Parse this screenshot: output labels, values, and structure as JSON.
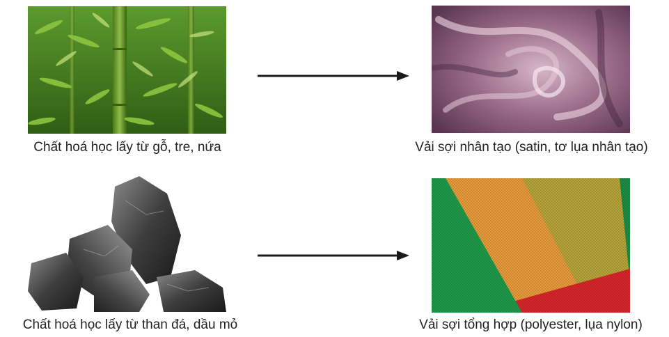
{
  "rows": [
    {
      "source": {
        "image": "bamboo-photo",
        "caption": "Chất hoá học lấy từ gỗ, tre, nứa"
      },
      "arrow": "arrow-right-icon",
      "product": {
        "image": "satin-fabric-photo",
        "caption": "Vải sợi nhân tạo (satin, tơ lụa nhân tạo)"
      }
    },
    {
      "source": {
        "image": "coal-photo",
        "caption": "Chất hoá học lấy từ than đá, dầu mỏ"
      },
      "arrow": "arrow-right-icon",
      "product": {
        "image": "synthetic-fabric-photo",
        "caption": "Vải sợi tổng hợp (polyester, lụa nylon)"
      }
    }
  ],
  "colors": {
    "bamboo_green": "#3f7a1c",
    "satin_mauve": "#8a5a78",
    "coal_gray": "#3a3a3a",
    "fabric_green": "#1f9a4a",
    "fabric_orange": "#e79a3a",
    "fabric_olive": "#b6a43a",
    "fabric_red": "#d8262a",
    "arrow": "#1a1a1a"
  }
}
